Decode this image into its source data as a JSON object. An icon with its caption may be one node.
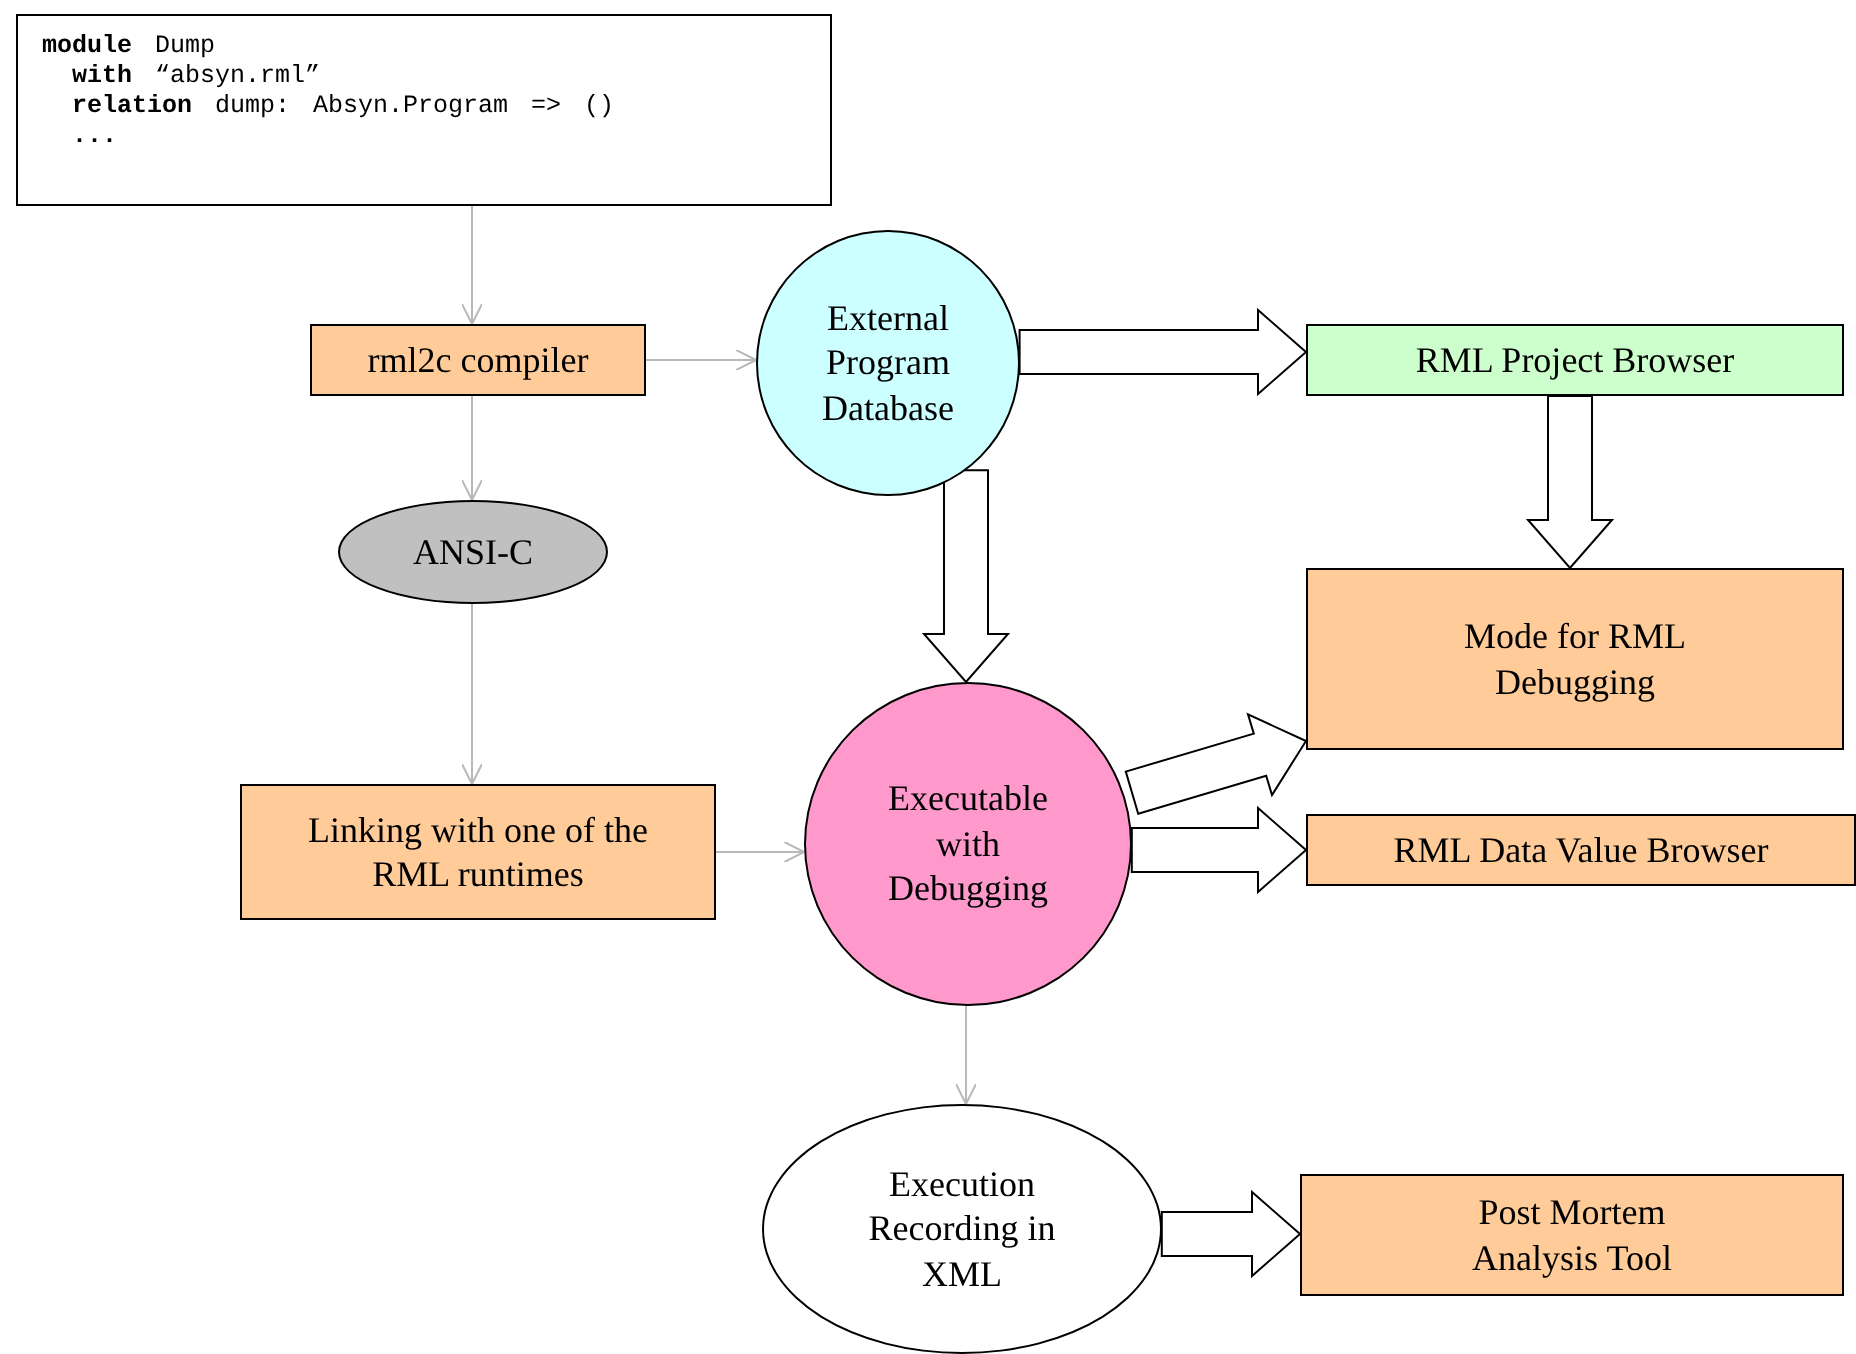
{
  "diagram": {
    "nodes": [
      {
        "text": [
          "**module** Dump",
          "**with** “absyn.rml”",
          "**relation** dump: Absyn.Program => ()",
          "..."
        ]
      },
      {
        "text": [
          "rml2c compiler"
        ]
      },
      {
        "text": [
          "ANSI-C"
        ]
      },
      {
        "text": [
          "Linking with one of the RML runtimes"
        ]
      },
      {
        "text": [
          "External Program Database"
        ]
      },
      {
        "text": [
          "Executable with Debugging"
        ]
      },
      {
        "text": [
          "Execution Recording in XML"
        ]
      },
      {
        "text": [
          "RML Project Browser"
        ]
      },
      {
        "text": [
          "Mode for RML Debugging"
        ]
      },
      {
        "text": [
          "RML Data Value Browser"
        ]
      },
      {
        "text": [
          "Post Mortem Analysis Tool"
        ]
      }
    ],
    "edges": [
      {
        "from": 0,
        "to": 1,
        "arrow": "to"
      },
      {
        "from": 1,
        "to": 2,
        "arrow": "to"
      },
      {
        "from": 2,
        "to": 3,
        "arrow": "to"
      },
      {
        "from": 1,
        "to": 4,
        "arrow": "to"
      },
      {
        "from": 3,
        "to": 5,
        "arrow": "to"
      },
      {
        "from": 5,
        "to": 6,
        "arrow": "to"
      },
      {
        "from": 4,
        "to": 7,
        "arrow": "to",
        "style": "thick"
      },
      {
        "from": 7,
        "to": 8,
        "arrow": "to",
        "style": "thick"
      },
      {
        "from": 4,
        "to": 5,
        "arrow": "to",
        "style": "thick"
      },
      {
        "from": 5,
        "to": 8,
        "arrow": "to",
        "style": "thick"
      },
      {
        "from": 5,
        "to": 9,
        "arrow": "to",
        "style": "thick"
      },
      {
        "from": 6,
        "to": 10,
        "arrow": "to",
        "style": "thick"
      }
    ]
  }
}
